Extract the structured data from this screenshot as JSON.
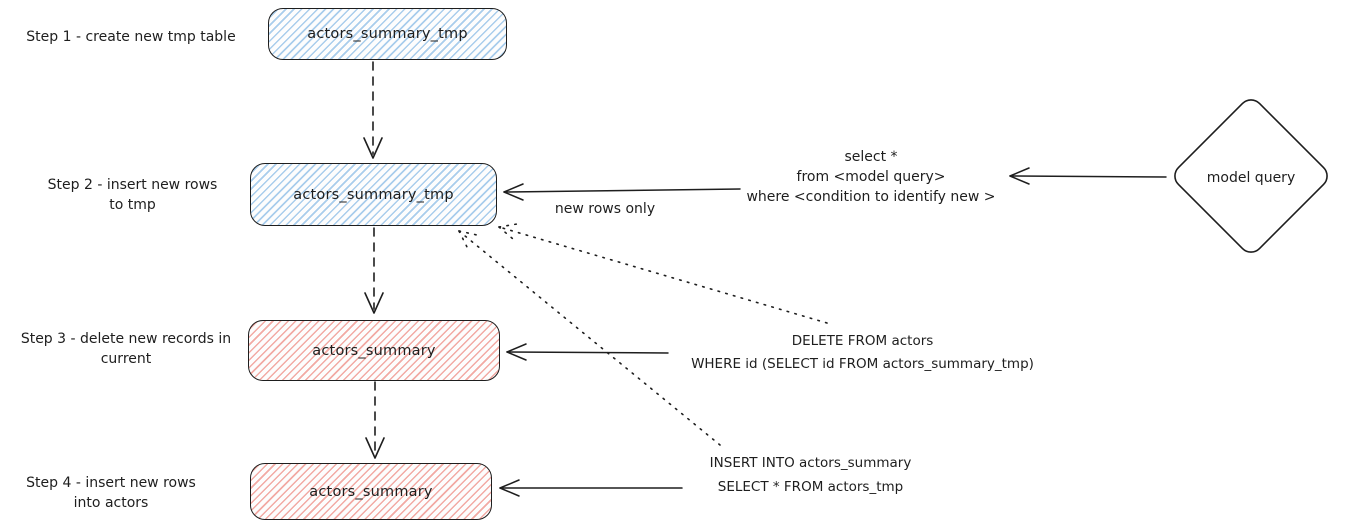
{
  "diagram": {
    "steps": [
      {
        "label": "Step 1 - create new tmp table",
        "node": "actors_summary_tmp"
      },
      {
        "label": "Step 2 - insert new rows\nto tmp",
        "node": "actors_summary_tmp"
      },
      {
        "label": "Step 3 - delete new records in\ncurrent",
        "node": "actors_summary"
      },
      {
        "label": "Step 4 - insert new rows\ninto actors",
        "node": "actors_summary"
      }
    ],
    "annotations": {
      "new_rows_only": "new rows only",
      "select_query": "select *\nfrom <model query>\nwhere <condition to identify new >",
      "delete_query": "DELETE FROM actors\nWHERE id (SELECT id FROM actors_summary_tmp)",
      "insert_query": "INSERT INTO actors_summary\nSELECT * FROM actors_tmp"
    },
    "model_query_label": "model query",
    "colors": {
      "stroke": "#1e1e1e",
      "tmp_table_hatch": "#a9cdec",
      "current_table_hatch": "#f2aaa4"
    }
  }
}
